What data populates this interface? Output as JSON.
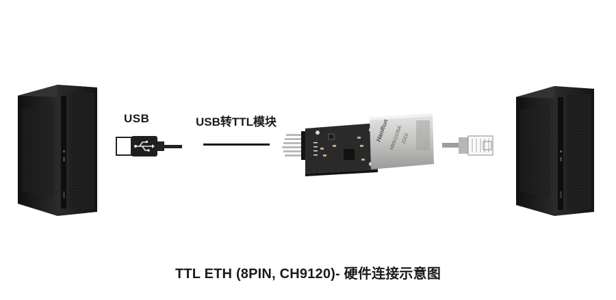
{
  "labels": {
    "usb": "USB",
    "module": "USB转TTL模块"
  },
  "module_markings": {
    "brand": "HanRun",
    "part": "HR911105A",
    "date": "2310"
  },
  "caption": "TTL ETH (8PIN, CH9120)- 硬件连接示意图",
  "icons": {
    "left_device": "desktop-tower-icon",
    "usb_plug": "usb-plug-icon",
    "module": "ttl-eth-module-image",
    "ethernet_plug": "rj45-plug-icon",
    "right_device": "desktop-tower-icon"
  },
  "colors": {
    "text": "#1a1a1a",
    "tower": "#1c1c1c",
    "pcb": "#2a2a2a",
    "rj45_metal": "#c9c9c7"
  }
}
